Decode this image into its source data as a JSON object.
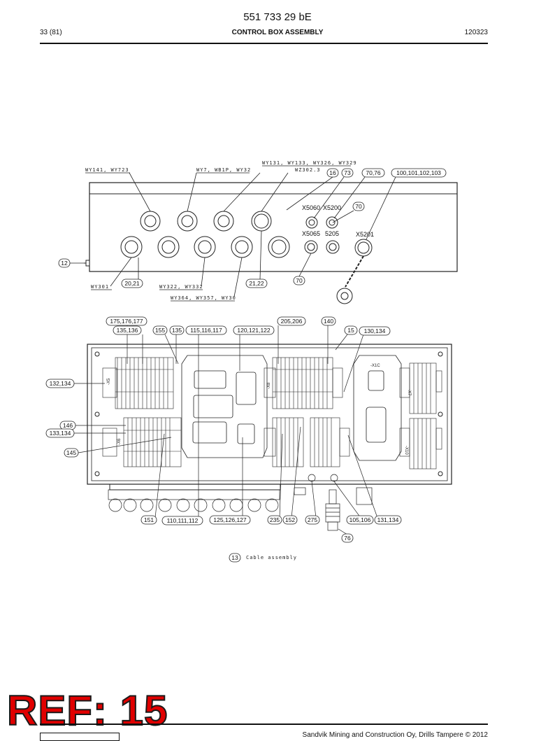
{
  "header": {
    "doc_number": "551 733 29 bE",
    "page": "33 (81)",
    "title": "CONTROL BOX ASSEMBLY",
    "date": "120323"
  },
  "drawing": {
    "top_view": {
      "wire_labels": [
        "WY141, WY723",
        "WY7, WB1P, WY32",
        "WY131, WY133, WY326, WY329",
        "WZ302.3",
        "WY301",
        "WY322, WY332",
        "WY364, WY357, WY30"
      ],
      "connector_labels": [
        "X5060",
        "X5200",
        "X5065",
        "5205",
        "X5201"
      ],
      "callouts": [
        "16",
        "73",
        "70,76",
        "100,101,102,103",
        "70",
        "12",
        "20,21",
        "21,22",
        "70"
      ]
    },
    "inner_view": {
      "callouts": [
        "175,176,177",
        "135,136",
        "155",
        "135",
        "115,116,117",
        "120,121,122",
        "205,206",
        "140",
        "15",
        "130,134",
        "132,134",
        "146",
        "133,134",
        "145",
        "151",
        "110,111,112",
        "125,126,127",
        "235",
        "152",
        "275",
        "105,106",
        "131,134",
        "76"
      ],
      "panel_labels": [
        "-X5",
        "-X6",
        "-X8",
        "-X7",
        "-X10",
        "-X1C"
      ]
    },
    "cable_assembly": {
      "callout": "13",
      "label": "Cable assembly"
    }
  },
  "ref_badge": "REF: 15",
  "footer": {
    "copyright": "Sandvik Mining and Construction Oy, Drills Tampere © 2012"
  }
}
